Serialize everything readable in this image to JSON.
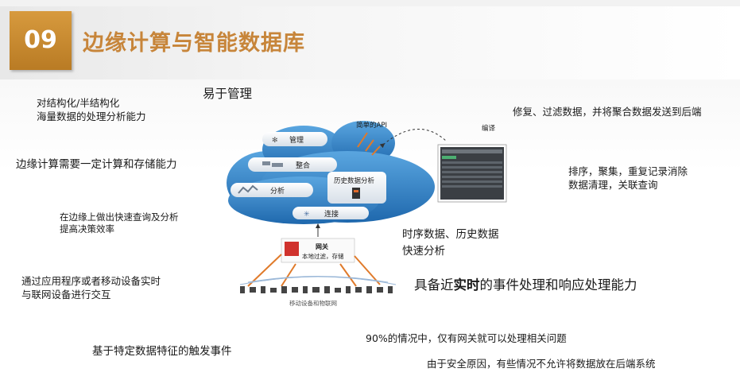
{
  "header": {
    "number": "09",
    "title": "边缘计算与智能数据库"
  },
  "labels": {
    "easy_manage": "易于管理",
    "structured_1": "对结构化/半结构化",
    "structured_2": "海量数据的处理分析能力",
    "edge_compute": "边缘计算需要一定计算和存储能力",
    "fast_query_1": "在边缘上做出快速查询及分析",
    "fast_query_2": "提高决策效率",
    "interact_1": "通过应用程序或者移动设备实时",
    "interact_2": "与联网设备进行交互",
    "trigger": "基于特定数据特征的触发事件",
    "repair": "修复、过滤数据，并将聚合数据发送到后端",
    "sort_1": "排序，聚集，重复记录消除",
    "sort_2": "数据清理，关联查询",
    "timeseries_1": "时序数据、历史数据",
    "timeseries_2": "快速分析",
    "realtime_pre": "具备近",
    "realtime_bold": "实时",
    "realtime_post": "的事件处理和响应处理能力",
    "gateway_ratio": "90%的情况中，仅有网关就可以处理相关问题",
    "security": "由于安全原因，有些情况不允许将数据放在后端系统"
  },
  "diagram": {
    "api_label": "简单的API",
    "compile_label": "编译",
    "cloud_items": [
      "管理",
      "整合",
      "分析",
      "历史数据分析",
      "连接"
    ],
    "gateway_title": "网关",
    "gateway_sub": "本地过滤，存储",
    "devices_label": "移动设备和物联网"
  },
  "colors": {
    "badge": "#c98a30",
    "title": "#c7853a",
    "cloud": "#2f7fc1",
    "cloud_light": "#6ab0e6",
    "arrow": "#e07a2a"
  }
}
